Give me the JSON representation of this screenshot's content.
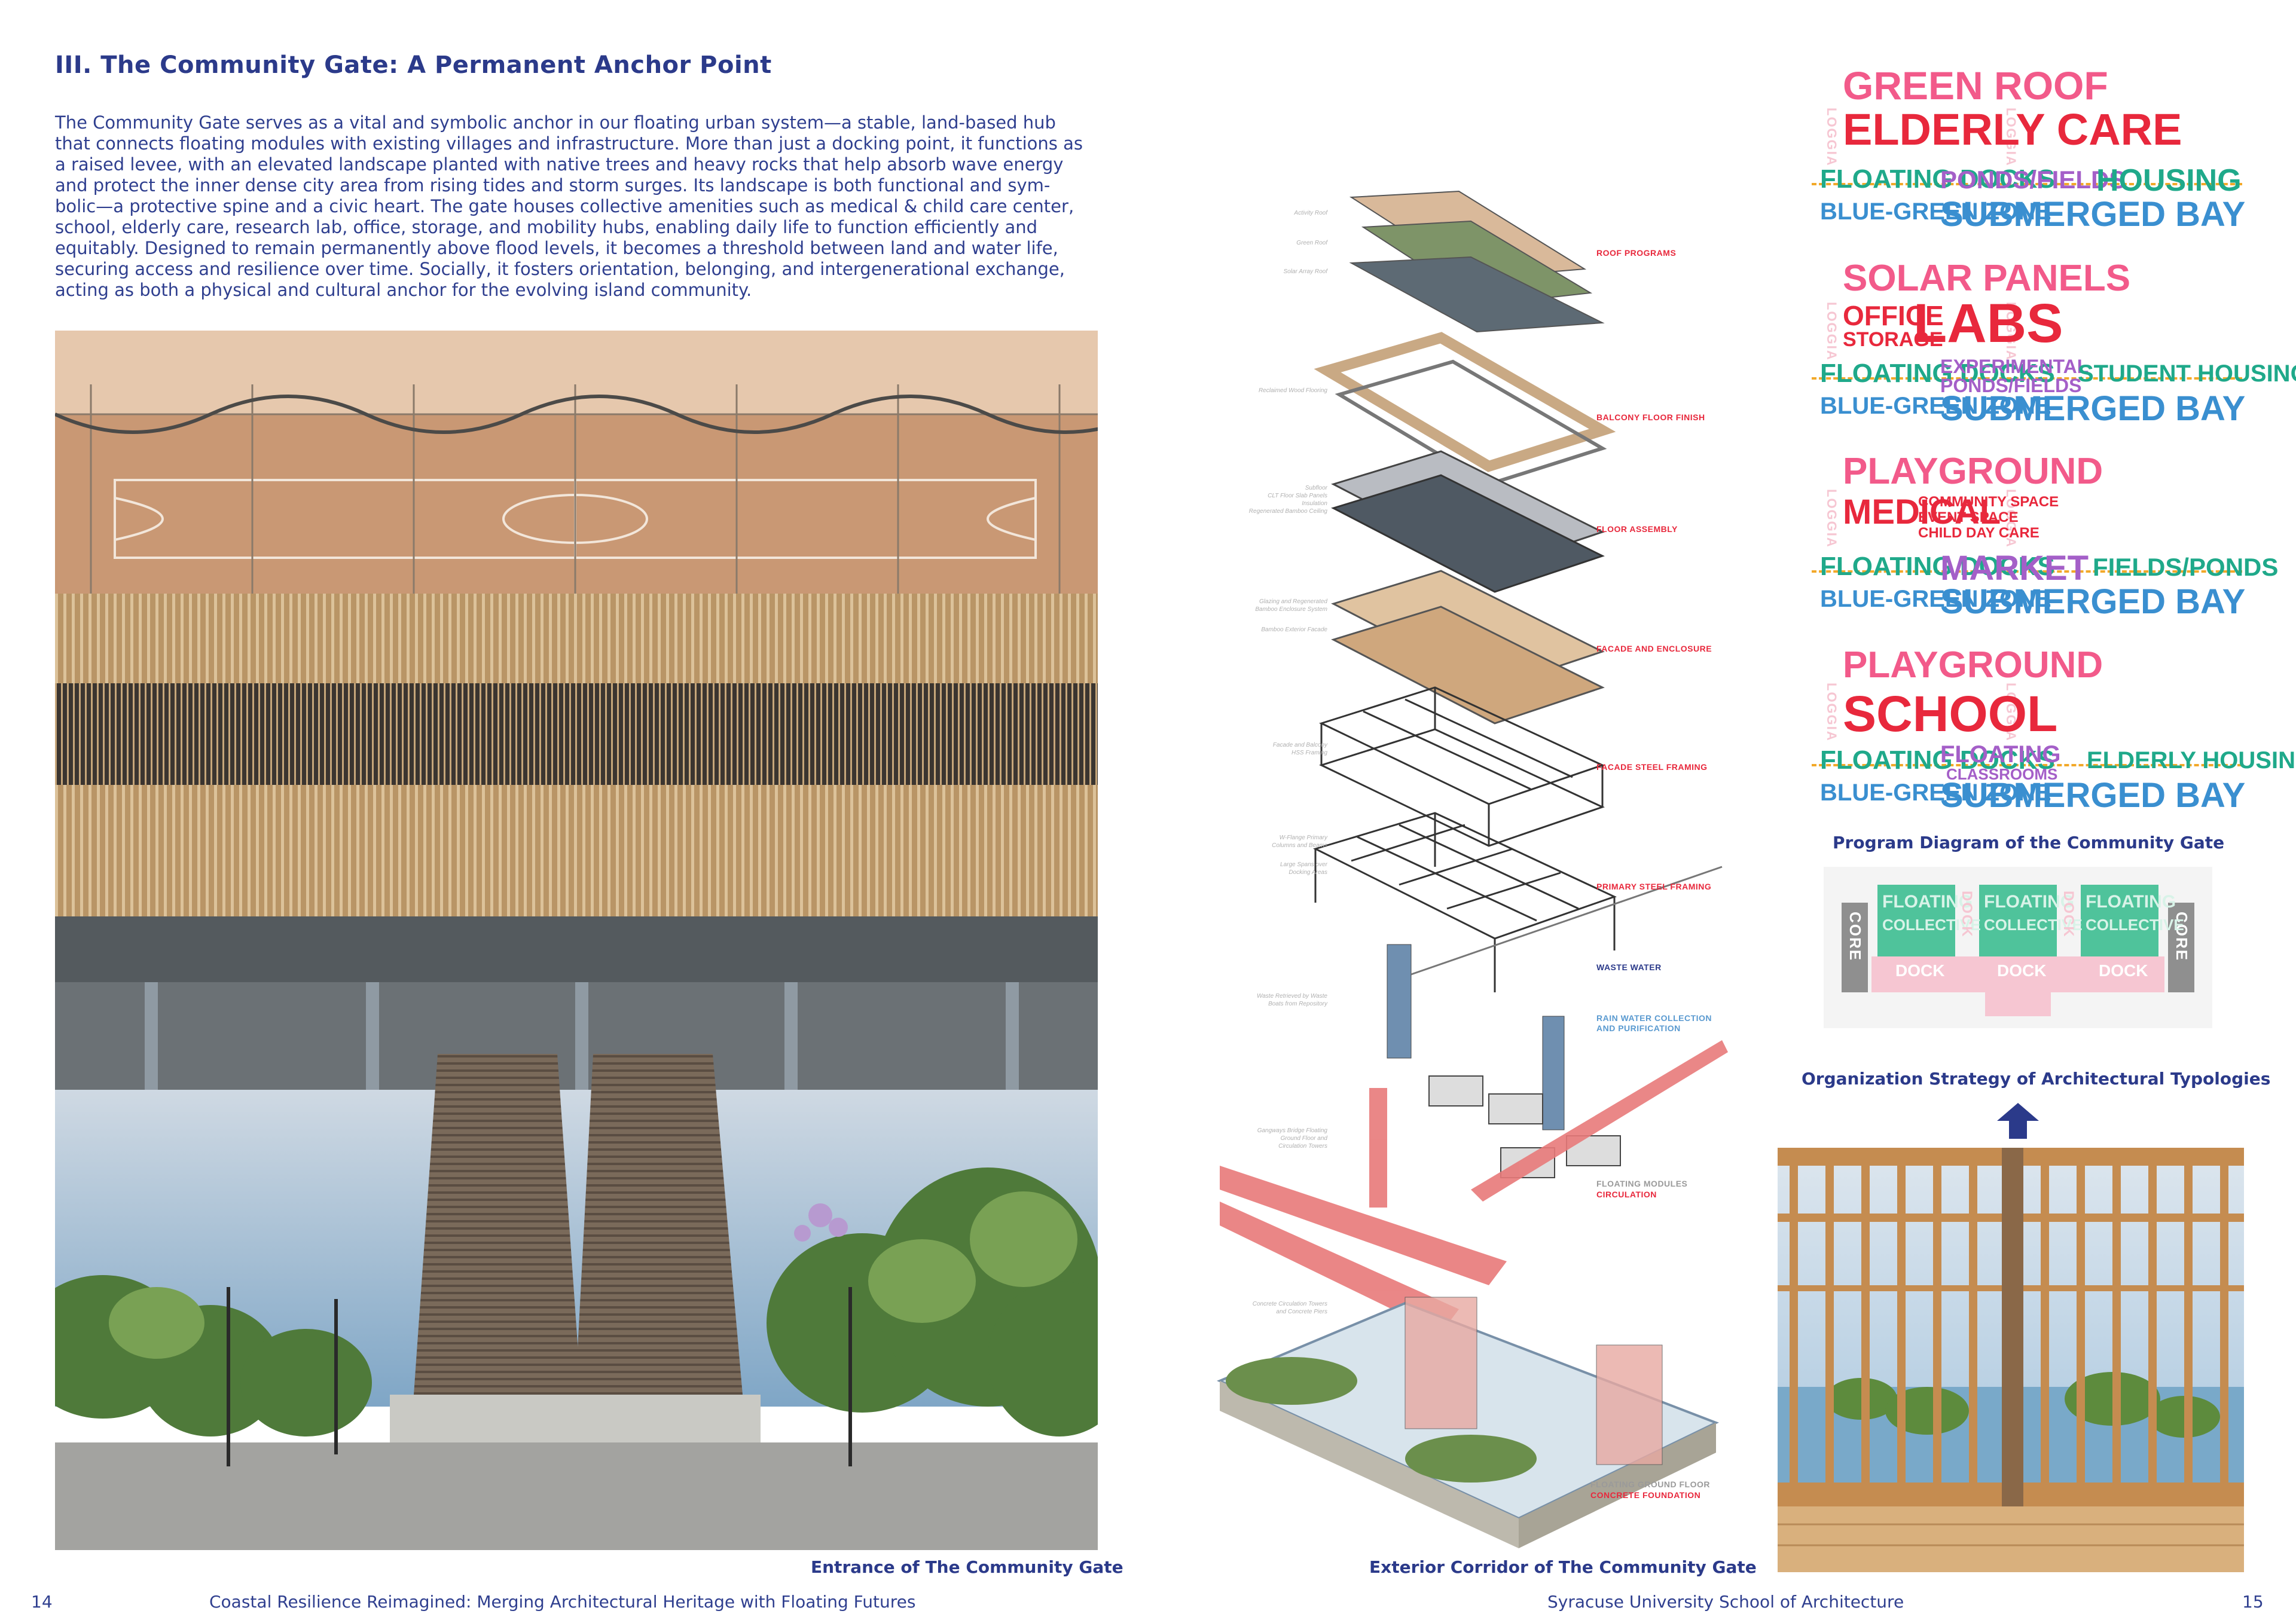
{
  "heading": "III. The Community Gate: A Permanent Anchor Point",
  "intro_lines": [
    "The Community Gate serves as a vital and symbolic anchor in our floating urban system—a stable, land-based hub",
    "that connects floating modules with existing villages and infrastructure. More than just a docking point, it functions as",
    "a raised levee, with an elevated landscape planted with native trees and heavy rocks that help absorb wave energy",
    "and protect the inner dense city area from rising tides and storm surges. Its landscape is both functional and sym-",
    "bolic—a protective spine and a civic heart. The gate houses collective amenities such as medical & child care center,",
    "school, elderly care, research lab, office, storage, and mobility hubs, enabling daily life to function efficiently and",
    "equitably. Designed to remain permanently above flood levels, it becomes a threshold between land and water life,",
    "securing access and resilience over time. Socially, it fosters orientation, belonging, and intergenerational exchange,",
    "acting as both a physical and cultural anchor for the evolving island community."
  ],
  "captions": {
    "entrance": "Entrance of The Community Gate",
    "corridor": "Exterior Corridor of The Community Gate",
    "program": "Program Diagram of the Community Gate",
    "organization": "Organization Strategy of Architectural Typologies"
  },
  "axon_labels": {
    "roof": "ROOF PROGRAMS",
    "balcony": "BALCONY FLOOR FINISH",
    "floor": "FLOOR ASSEMBLY",
    "facade": "FACADE AND ENCLOSURE",
    "facade_steel": "FACADE STEEL FRAMING",
    "primary_steel": "PRIMARY STEEL FRAMING",
    "waste": "WASTE WATER",
    "rain1": "RAIN WATER COLLECTION",
    "rain2": "AND PURIFICATION",
    "modules": "FLOATING MODULES",
    "circulation": "CIRCULATION",
    "ground": "FLOATING GROUND FLOOR",
    "foundation": "CONCRETE FOUNDATION"
  },
  "axon_notes": {
    "n1": "Activity Roof",
    "n2": "Green Roof",
    "n3": "Solar Array Roof",
    "n4": "Reclaimed Wood Flooring",
    "n5": "Subfloor\nCLT Floor Slab Panels\nInsulation\nRegenerated Bamboo Ceiling",
    "n6": "Glazing and Regenerated\nBamboo Enclosure System",
    "n7": "Bamboo Exterior Facade",
    "n8": "Facade and Balcony\nHSS Framing",
    "n9": "W-Flange Primary\nColumns and Beams",
    "n10": "Large Spans over\nDocking Areas",
    "n11": "Waste Retrieved by Waste\nBoats from Repository",
    "n12": "Gangways Bridge Floating\nGround Floor and\nCirculation Towers",
    "n13": "Concrete Circulation Towers\nand Concrete Piers"
  },
  "program_blocks": [
    {
      "top1": "GREEN ROOF",
      "top2": "ELDERLY CARE",
      "top3": "",
      "left": "FLOATING DOCKS",
      "mid": "PONDS/FIELDS",
      "mid2": "",
      "right": "HOUSING",
      "bottom_left": "BLUE-GREEN ZONE",
      "bottom": "SUBMERGED BAY"
    },
    {
      "top1": "SOLAR PANELS",
      "top2": "OFFICE",
      "top3": "STORAGE",
      "big": "LABS",
      "left": "FLOATING DOCKS",
      "mid": "EXPERIMENTAL",
      "mid2": "PONDS/FIELDS",
      "right": "STUDENT HOUSING",
      "bottom_left": "BLUE-GREEN ZONE",
      "bottom": "SUBMERGED BAY"
    },
    {
      "top1": "PLAYGROUND",
      "top2": "MEDICAL",
      "small1": "COMMUNITY SPACE",
      "small2": "EVENT SPACE",
      "small3": "CHILD DAY CARE",
      "left": "FLOATING DOCKS",
      "mid": "MARKET",
      "mid2": "",
      "right": "FIELDS/PONDS",
      "bottom_left": "BLUE-GREEN ZONE",
      "bottom": "SUBMERGED BAY"
    },
    {
      "top1": "PLAYGROUND",
      "top2": "SCHOOL",
      "top3": "",
      "left": "FLOATING DOCKS",
      "mid": "FLOATING",
      "mid2": "CLASSROOMS",
      "right": "ELDERLY HOUSING",
      "bottom_left": "BLUE-GREEN ZONE",
      "bottom": "SUBMERGED BAY"
    }
  ],
  "loggia": "LOGGIA",
  "org": {
    "core": "CORE",
    "floating": "FLOATING",
    "collective": "COLLECTIVE",
    "dock": "DOCK"
  },
  "footer": {
    "left_page": "14",
    "left_title": "Coastal Resilience Reimagined: Merging Architectural Heritage with Floating Futures",
    "right_title": "Syracuse University School of Architecture",
    "right_page": "15"
  },
  "colors": {
    "accent_blue": "#2b3a8a",
    "pink_red": "#e8283c",
    "pink": "#f25a8a",
    "teal": "#1fa98a",
    "sky": "#3a8fd0",
    "purple": "#a45fc8",
    "orange": "#f2a92a"
  }
}
